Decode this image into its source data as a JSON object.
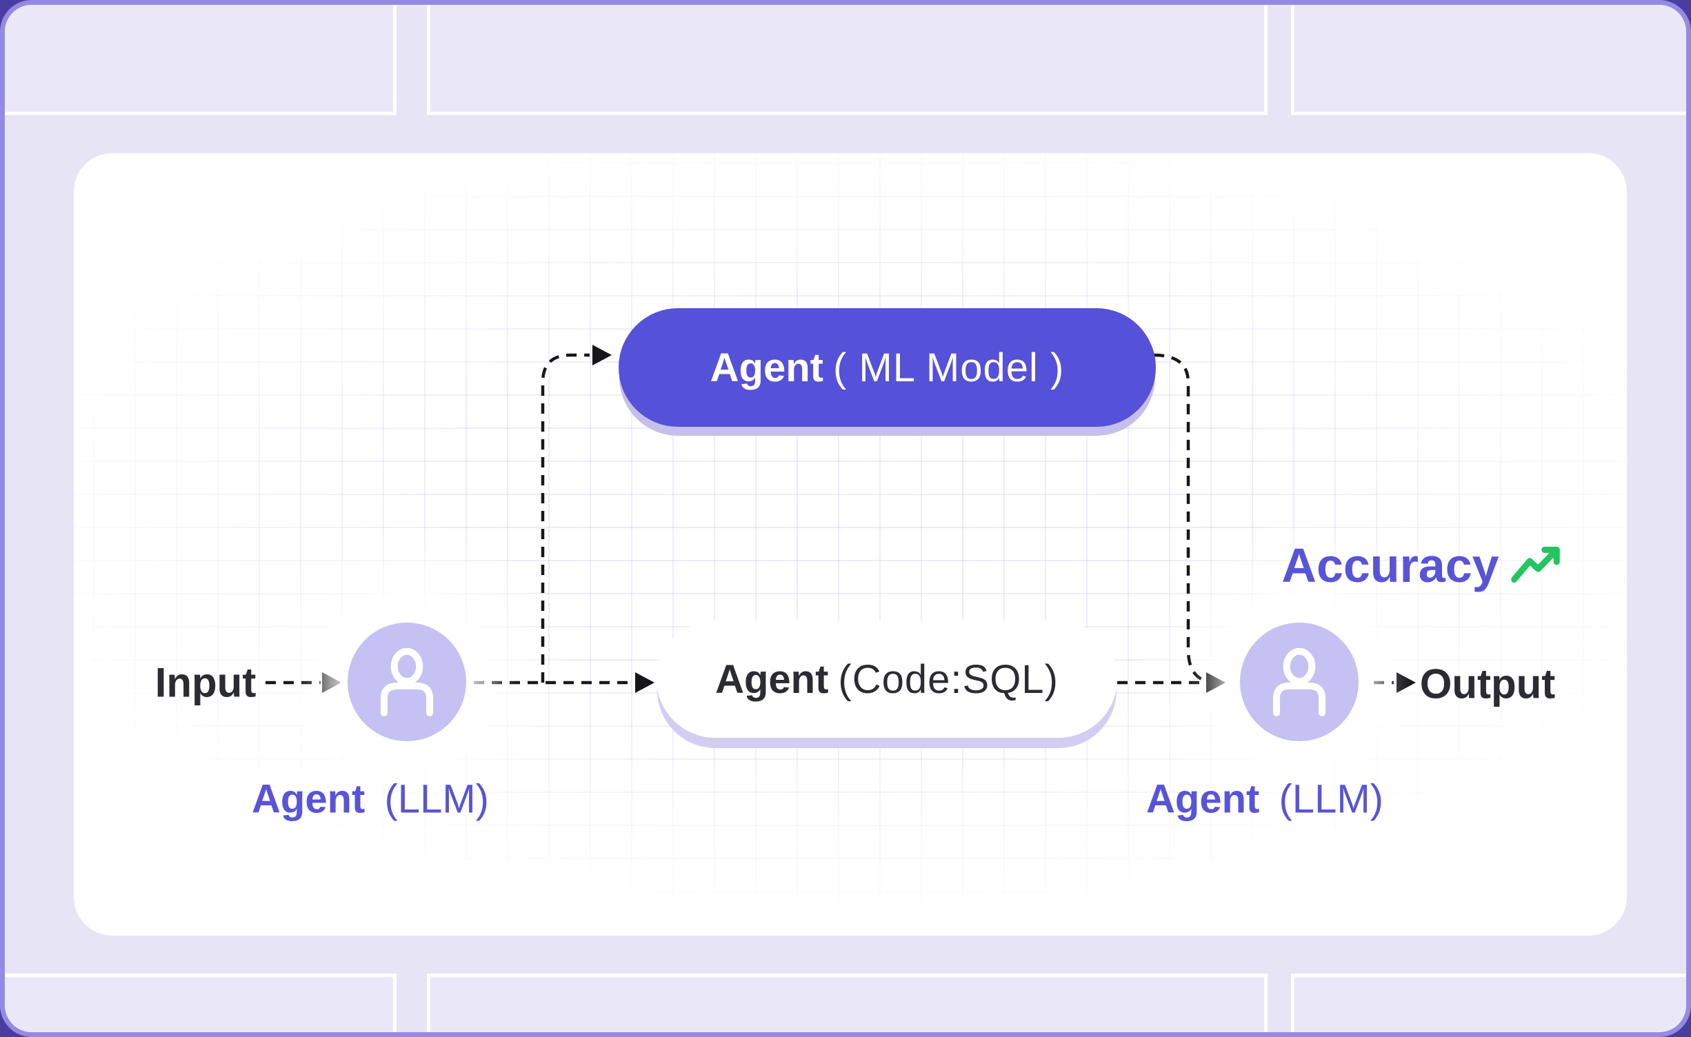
{
  "diagram": {
    "labels": {
      "input": "Input",
      "output": "Output",
      "accuracy": "Accuracy"
    },
    "nodes": {
      "ml_pill": {
        "bold": "Agent",
        "rest": "( ML Model )"
      },
      "sql_pill": {
        "bold": "Agent",
        "rest": "(Code:SQL)"
      },
      "left_agent_label": {
        "bold": "Agent",
        "rest": "(LLM)"
      },
      "right_agent_label": {
        "bold": "Agent",
        "rest": "(LLM)"
      }
    },
    "icons": {
      "left_avatar": "user-icon",
      "right_avatar": "user-icon",
      "accuracy_trend": "trending-up-icon"
    },
    "colors": {
      "accent_purple": "#5551d9",
      "label_indigo": "#5854d8",
      "success_green": "#22c55e",
      "text_dark": "#2b2b33",
      "canvas_lavender": "#e7e4f6",
      "avatar_fill": "#c5c1f2",
      "frame_border": "#958ae3",
      "connector_black": "#17171a"
    }
  }
}
